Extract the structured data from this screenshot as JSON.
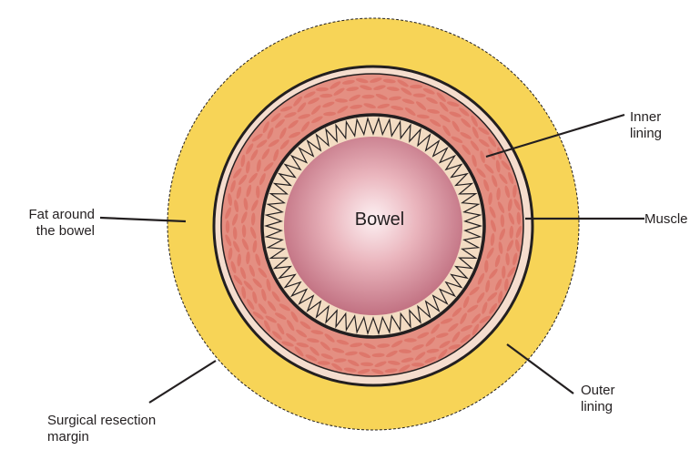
{
  "labels": {
    "center": "Bowel",
    "inner_lining": [
      "Inner",
      "lining"
    ],
    "muscle": "Muscle",
    "fat": [
      "Fat around",
      "the bowel"
    ],
    "outer_lining": [
      "Outer",
      "lining"
    ],
    "margin": [
      "Surgical resection",
      "margin"
    ]
  },
  "colors": {
    "fat": "#f7d457",
    "outer_lining": "#f7dfcf",
    "muscle": "#e48f82",
    "muscle_streak": "#d9655a",
    "inner_lining": "#f3dcc3",
    "lumen_center": "#fcecef",
    "lumen_edge": "#c47584",
    "outline": "#231f20"
  }
}
